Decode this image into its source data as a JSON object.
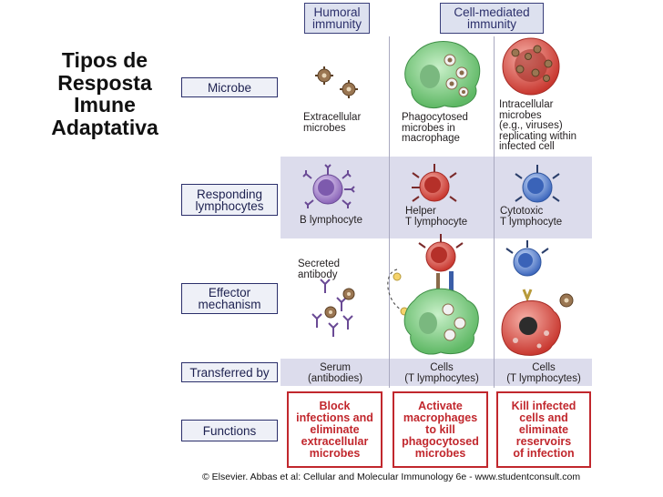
{
  "title": "Tipos de\nResposta\nImune\nAdaptativa",
  "columns": {
    "humoral": "Humoral\nimmunity",
    "cell_mediated": "Cell-mediated\nimmunity"
  },
  "rows": {
    "microbe": "Microbe",
    "responding": "Responding\nlymphocytes",
    "effector": "Effector\nmechanism",
    "transferred": "Transferred by",
    "functions": "Functions"
  },
  "captions": {
    "extracellular": "Extracellular\nmicrobes",
    "phagocytosed": "Phagocytosed\nmicrobes in\nmacrophage",
    "intracellular": "Intracellular\nmicrobes\n(e.g., viruses)\nreplicating within\ninfected cell",
    "b_lymphocyte": "B lymphocyte",
    "helper": "Helper\nT lymphocyte",
    "cytotoxic": "Cytotoxic\nT lymphocyte",
    "secreted_antibody": "Secreted\nantibody"
  },
  "transferred": {
    "humoral": "Serum\n(antibodies)",
    "helper": "Cells\n(T lymphocytes)",
    "cytotoxic": "Cells\n(T lymphocytes)"
  },
  "functions": {
    "humoral": "Block\ninfections and\neliminate\nextracellular\nmicrobes",
    "helper": "Activate\nmacrophages\nto kill\nphagocytosed\nmicrobes",
    "cytotoxic": "Kill infected\ncells and\neliminate\nreservoirs\nof infection"
  },
  "credit": "© Elsevier. Abbas et al: Cellular and Molecular Immunology 6e - www.studentconsult.com",
  "colors": {
    "band": "#dcdcec",
    "header_border": "#3a3f7a",
    "function_red": "#c1272d",
    "macrophage_green": "#7fcf86",
    "b_cell_purple": "#9b7bbf",
    "helper_red": "#d9534f",
    "cytotoxic_blue": "#4f78c9",
    "infected_cell": "#d9534f",
    "microbe_brown": "#8a6a4a"
  }
}
